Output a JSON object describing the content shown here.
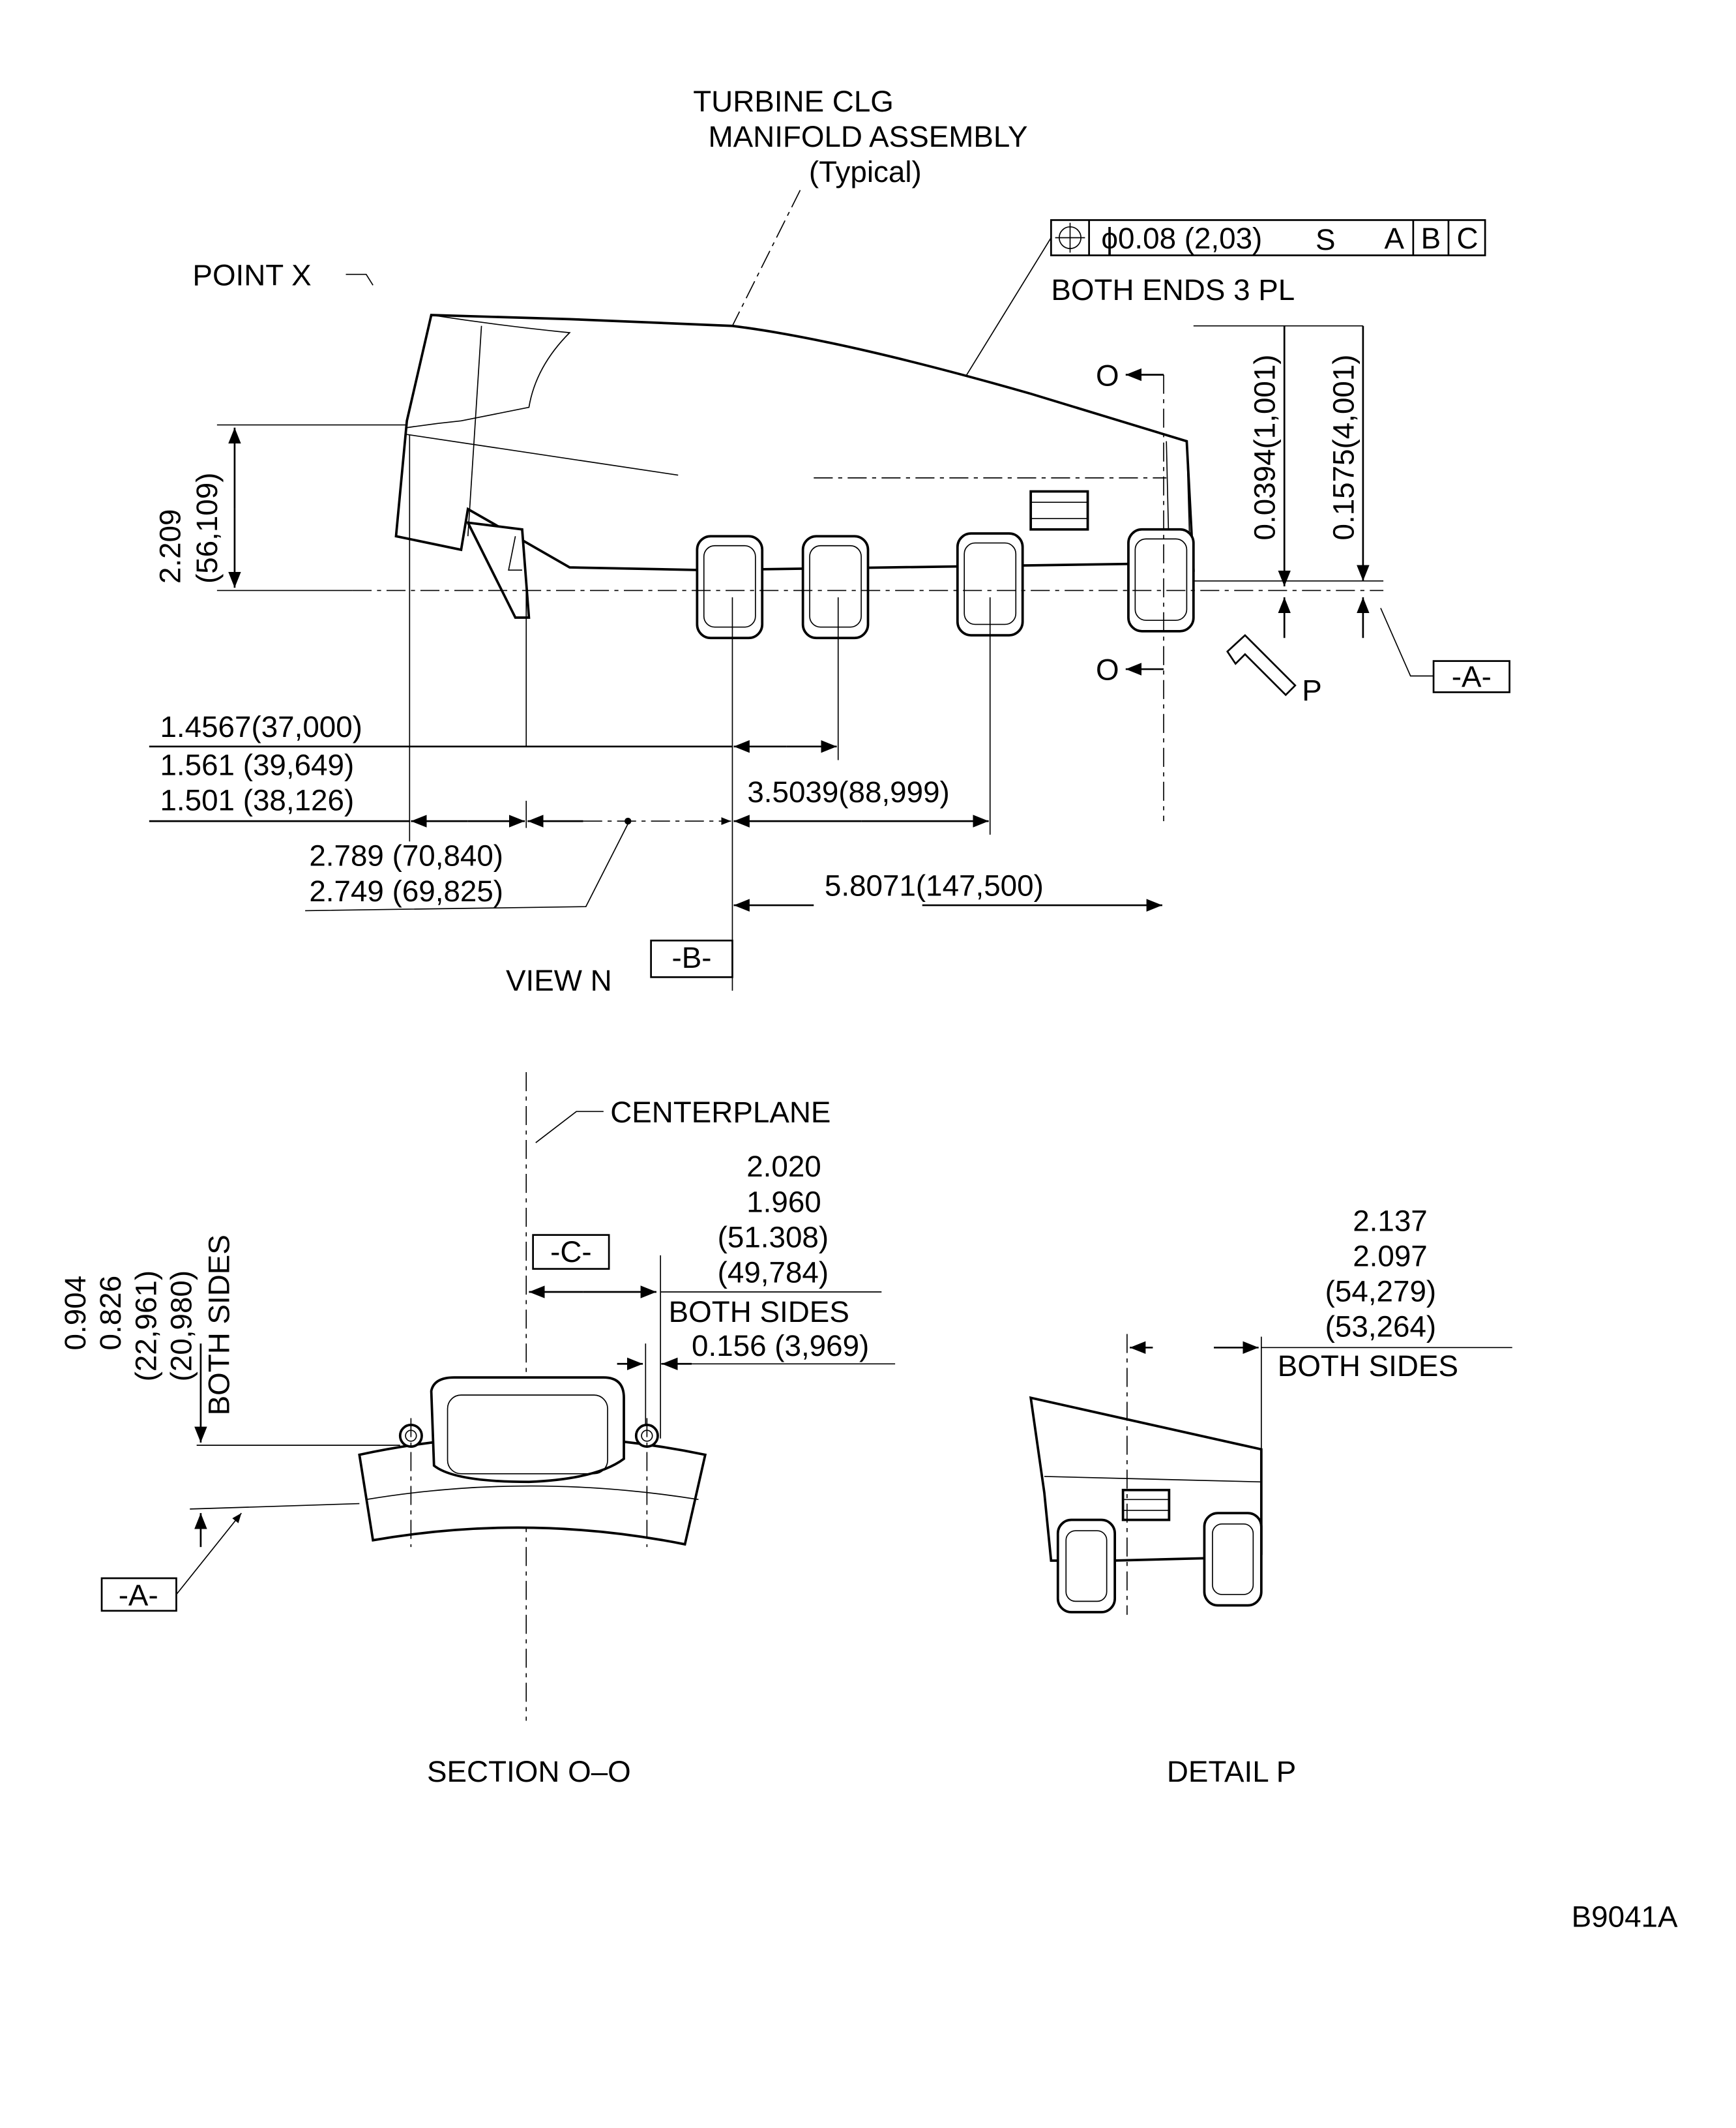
{
  "title": {
    "line1": "TURBINE CLG",
    "line2": "MANIFOLD ASSEMBLY",
    "line3": "(Typical)"
  },
  "point_x": "POINT X",
  "fcf": {
    "symbol": "position-icon",
    "tolerance": "ϕ0.08 (2,03)",
    "modifier": "S",
    "datums": [
      "A",
      "B",
      "C"
    ],
    "note": "BOTH ENDS 3 PL"
  },
  "view_n": {
    "vert_dims": [
      "0.0394(1,001)",
      "0.1575(4,001)"
    ],
    "height_dim": [
      "2.209",
      "(56,109)"
    ],
    "section_marks": [
      "O",
      "O"
    ],
    "detail_mark": "P",
    "datum_a": "-A-",
    "dim_14567": "1.4567(37,000)",
    "dim_1561": "1.561 (39,649)",
    "dim_1501": "1.501 (38,126)",
    "dim_35039": "3.5039(88,999)",
    "dim_2789": "2.789 (70,840)",
    "dim_2749": "2.749 (69,825)",
    "dim_58071": "5.8071(147,500)",
    "label": "VIEW N",
    "datum_b": "-B-"
  },
  "section": {
    "centerplane": "CENTERPLANE",
    "dims_right": [
      "2.020",
      "1.960",
      "(51.308)",
      "(49,784)"
    ],
    "both_sides": "BOTH SIDES",
    "dim_0156": "0.156 (3,969)",
    "datum_c": "-C-",
    "dims_left": [
      "0.904",
      "0.826",
      "(22,961)",
      "(20,980)",
      "BOTH SIDES"
    ],
    "datum_a": "-A-",
    "label": "SECTION O–O"
  },
  "detail": {
    "dims": [
      "2.137",
      "2.097",
      "(54,279)",
      "(53,264)"
    ],
    "both_sides": "BOTH SIDES",
    "label": "DETAIL P"
  },
  "figure_id": "B9041A"
}
